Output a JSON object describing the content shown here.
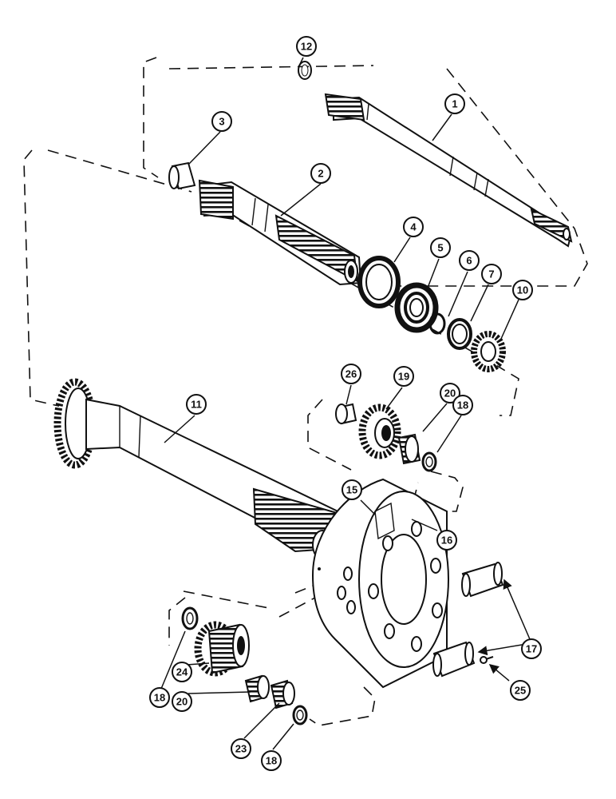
{
  "callouts": {
    "c1": "1",
    "c2": "2",
    "c3": "3",
    "c4": "4",
    "c5": "5",
    "c6": "6",
    "c7": "7",
    "c10": "10",
    "c11": "11",
    "c12": "12",
    "c15": "15",
    "c16": "16",
    "c17": "17",
    "c18a": "18",
    "c18b": "18",
    "c18c": "18",
    "c19": "19",
    "c20a": "20",
    "c20b": "20",
    "c23": "23",
    "c24": "24",
    "c25": "25",
    "c26": "26"
  }
}
